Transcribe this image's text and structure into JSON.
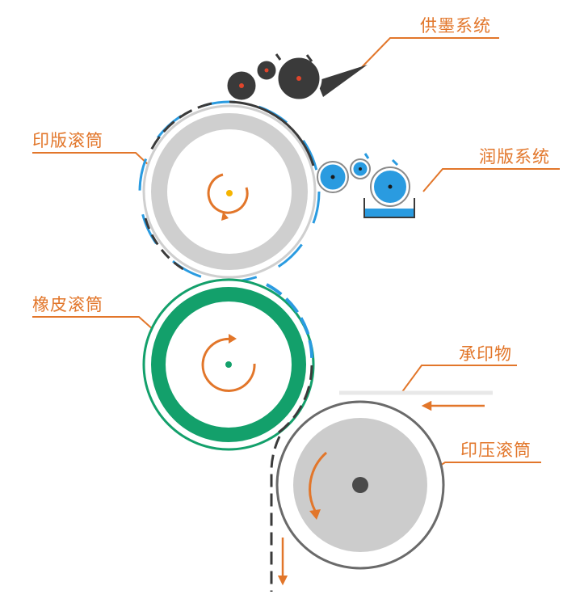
{
  "labels": {
    "ink_system": "供墨系统",
    "plate_cylinder": "印版滚筒",
    "dampening_system": "润版系统",
    "blanket_cylinder": "橡皮滚筒",
    "substrate": "承印物",
    "impression_cylinder": "印压滚筒"
  },
  "colors": {
    "label_orange": "#e2762a",
    "ink_roller": "#3a3a3a",
    "ink_roller_dot": "#e0452b",
    "dampening_blue": "#2a9be0",
    "blanket_green": "#13a06b",
    "plate_gray": "#cfcfcf",
    "impression_gray": "#cccccc",
    "axle_yellow": "#f5b400"
  }
}
